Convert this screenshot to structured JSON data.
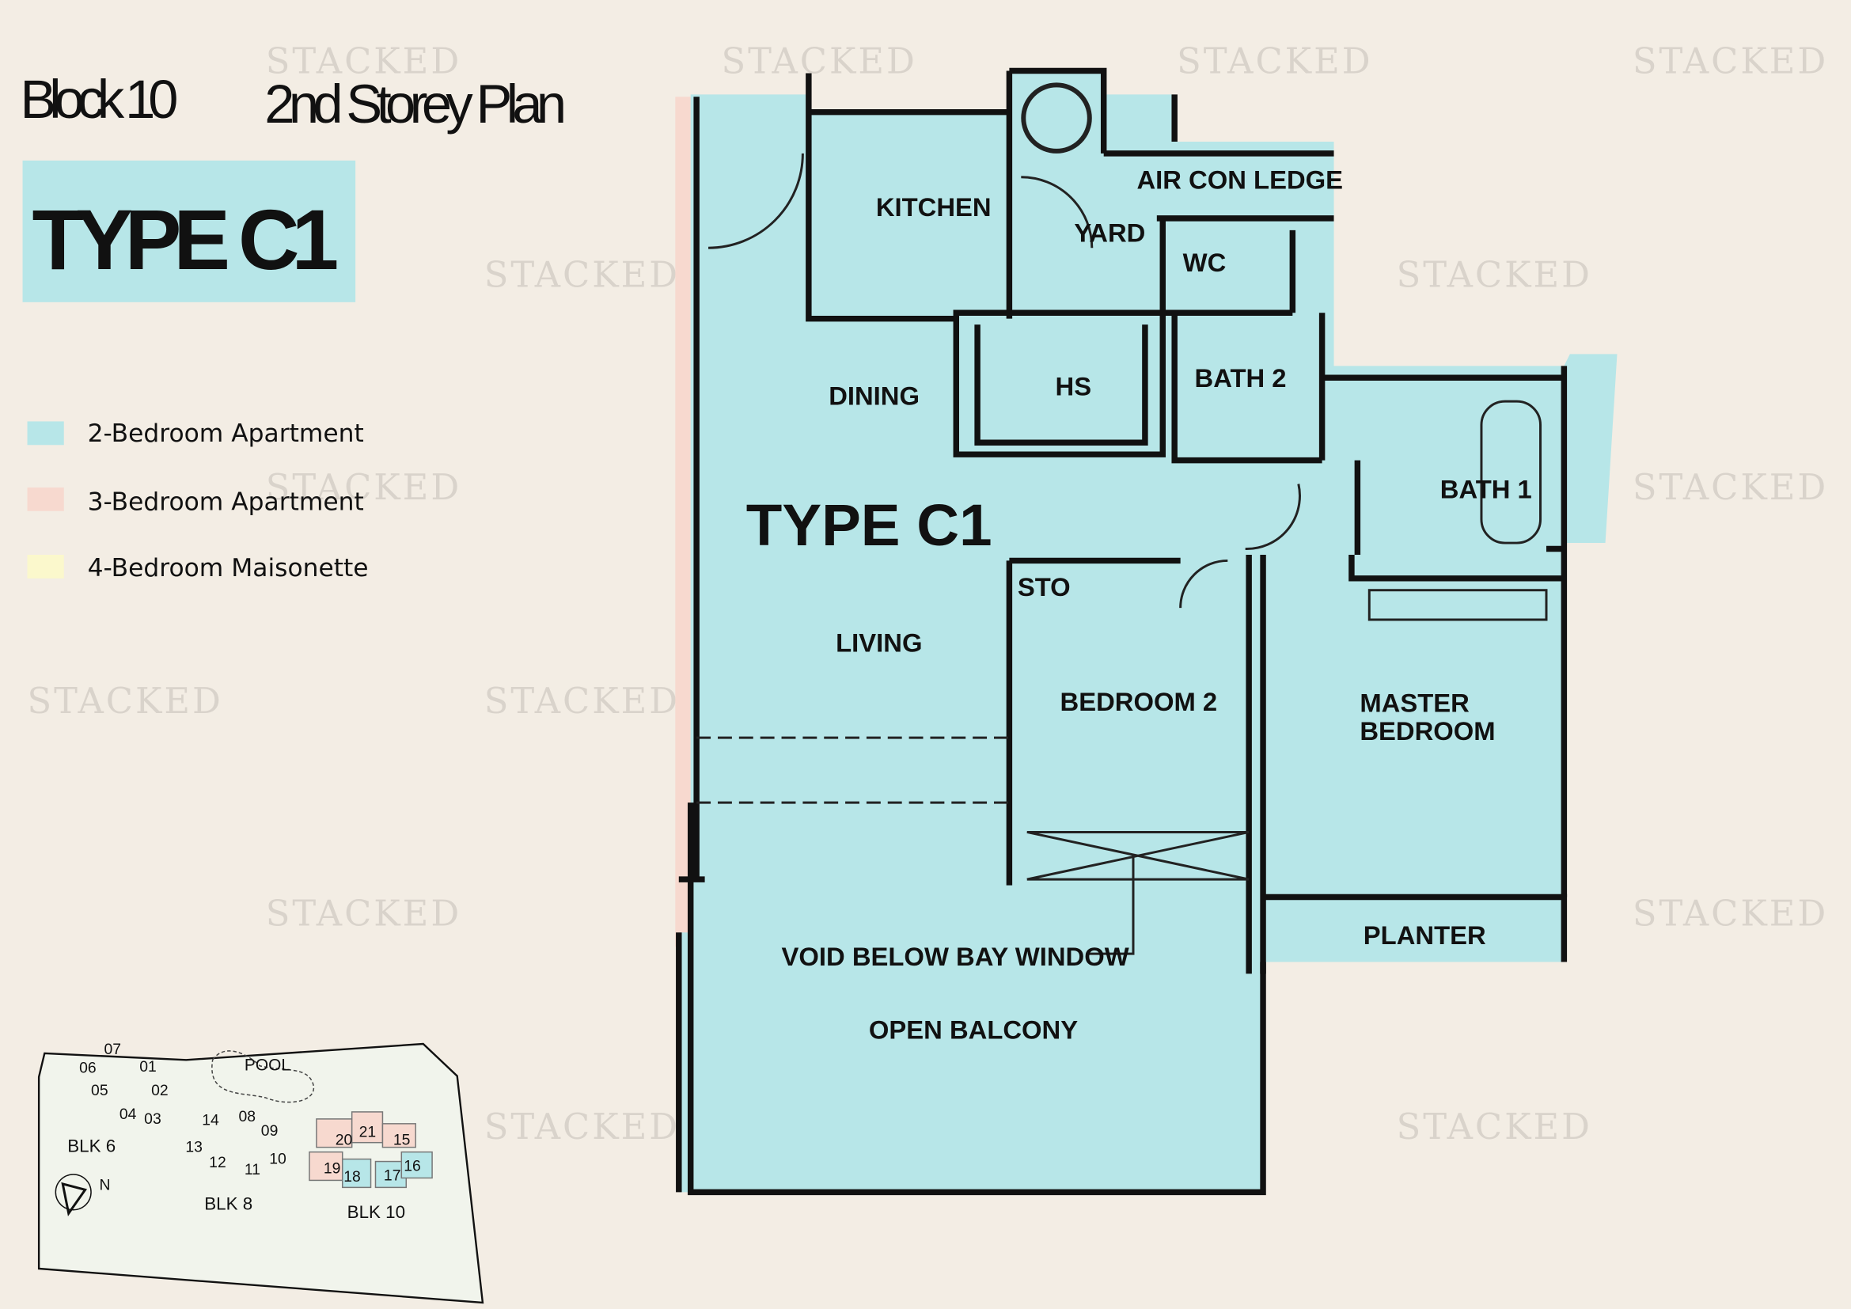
{
  "header": {
    "block": "Block 10",
    "plan": "2nd Storey Plan"
  },
  "type_badge": "TYPE C1",
  "legend": [
    {
      "label": "2-Bedroom Apartment",
      "color": "#b7e6e8"
    },
    {
      "label": "3-Bedroom Apartment",
      "color": "#f7d9cf"
    },
    {
      "label": "4-Bedroom Maisonette",
      "color": "#fbf8cc"
    }
  ],
  "watermark": "STACKED",
  "plan": {
    "type_label": "TYPE C1",
    "rooms": {
      "kitchen": "KITCHEN",
      "yard": "YARD",
      "air_con": "AIR CON LEDGE",
      "wc": "WC",
      "dining": "DINING",
      "hs": "HS",
      "bath2": "BATH 2",
      "bath1": "BATH 1",
      "living": "LIVING",
      "store": "STO",
      "bedroom2": "BEDROOM 2",
      "master1": "MASTER",
      "master2": "BEDROOM",
      "planter": "PLANTER",
      "void": "VOID BELOW BAY WINDOW",
      "balcony": "OPEN BALCONY"
    }
  },
  "key_plan": {
    "pool": "POOL",
    "blocks": [
      "BLK 6",
      "BLK 8",
      "BLK 10"
    ],
    "north": "N",
    "units": [
      "01",
      "02",
      "03",
      "04",
      "05",
      "06",
      "07",
      "08",
      "09",
      "10",
      "11",
      "12",
      "13",
      "14",
      "15",
      "16",
      "17",
      "18",
      "19",
      "20",
      "21"
    ]
  }
}
